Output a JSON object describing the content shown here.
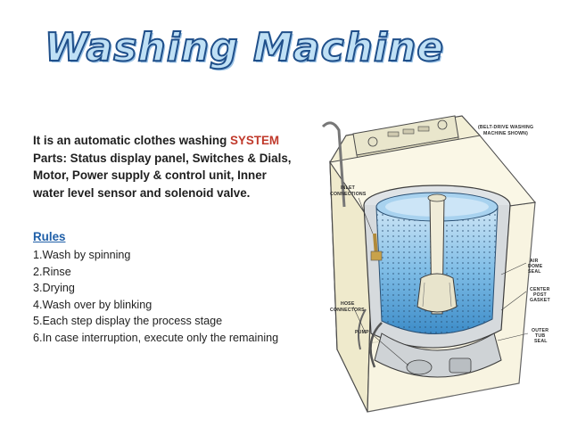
{
  "title": "Washing Machine",
  "description": {
    "line1_prefix": "It is an automatic clothes washing ",
    "line1_accent": "SYSTEM",
    "line2": "Parts: Status display panel, Switches & Dials,",
    "line3": "Motor, Power supply & control unit, Inner",
    "line4": "water level sensor and solenoid valve."
  },
  "rules": {
    "heading": "Rules",
    "items": [
      "1.Wash by spinning",
      "2.Rinse",
      "3.Drying",
      "4.Wash over by blinking",
      "5.Each step display the process stage",
      "6.In case interruption, execute only the remaining"
    ]
  },
  "diagram_labels": {
    "belt_line1": "(BELT-DRIVE WASHING",
    "belt_line2": "MACHINE SHOWN)",
    "inlet_line1": "INLET",
    "inlet_line2": "CONNECTIONS",
    "air_line1": "AIR",
    "air_line2": "DOME",
    "air_line3": "SEAL",
    "center_line1": "CENTER",
    "center_line2": "POST",
    "center_line3": "GASKET",
    "hose_line1": "HOSE",
    "hose_line2": "CONNECTORS",
    "pump": "PUMP",
    "outer_line1": "OUTER",
    "outer_line2": "TUB",
    "outer_line3": "SEAL"
  },
  "colors": {
    "title_fill": "#bfe0f5",
    "title_stroke": "#1f4f8a",
    "accent": "#c0392b",
    "rules_heading": "#1f5fa8",
    "cabinet": "#f3efd6",
    "water": "#5aa6d8"
  }
}
